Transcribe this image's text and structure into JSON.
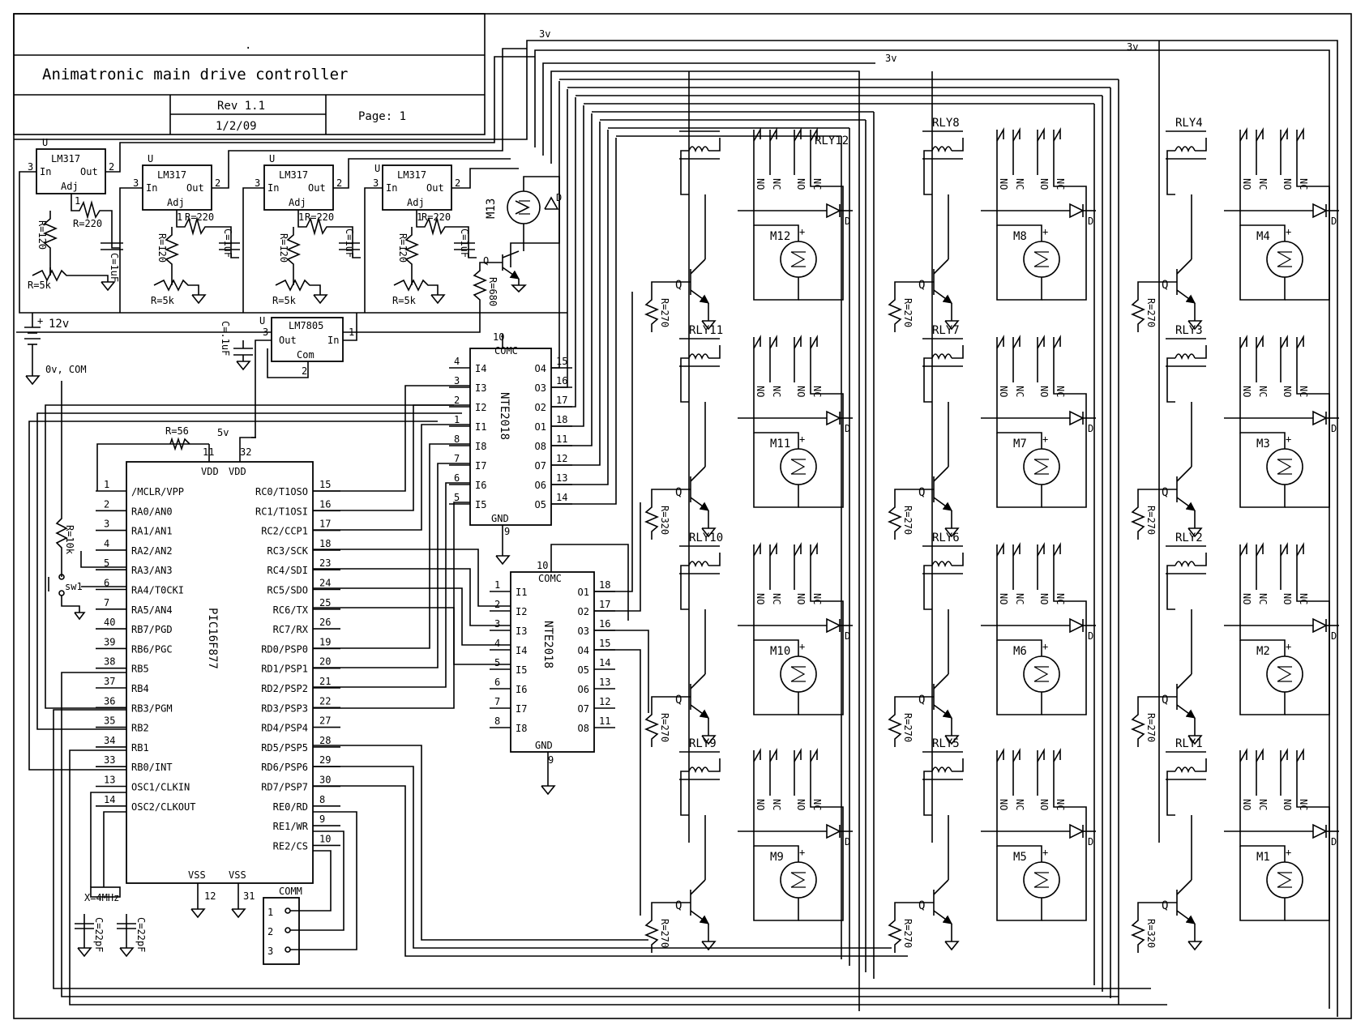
{
  "title_block": {
    "dot": ".",
    "title": "Animatronic main drive controller",
    "rev": "Rev 1.1",
    "date": "1/2/09",
    "page": "Page: 1"
  },
  "supply": {
    "battery": "12v",
    "ground": "0v, COM",
    "rail_3v": "3v",
    "rail_5v": "5v"
  },
  "regulators": [
    {
      "unit": "U",
      "name": "LM317",
      "in": "In",
      "out": "Out",
      "adj": "Adj",
      "pin_in": "3",
      "pin_out": "2",
      "pin_adj": "1",
      "r1": "R=220",
      "r2": "R=120",
      "pot": "R=5k",
      "cap": "C=1uF"
    },
    {
      "unit": "U",
      "name": "LM317",
      "in": "In",
      "out": "Out",
      "adj": "Adj",
      "pin_in": "3",
      "pin_out": "2",
      "pin_adj": "1",
      "r1": "R=220",
      "r2": "R=120",
      "pot": "R=5k",
      "cap": "C=1uF"
    },
    {
      "unit": "U",
      "name": "LM317",
      "in": "In",
      "out": "Out",
      "adj": "Adj",
      "pin_in": "3",
      "pin_out": "2",
      "pin_adj": "1",
      "r1": "R=220",
      "r2": "R=120",
      "pot": "R=5k",
      "cap": "C=1uF"
    },
    {
      "unit": "U",
      "name": "LM317",
      "in": "In",
      "out": "Out",
      "adj": "Adj",
      "pin_in": "3",
      "pin_out": "2",
      "pin_adj": "1",
      "r1": "R=220",
      "r2": "R=120",
      "pot": "R=5k",
      "cap": "C=1uF"
    }
  ],
  "lm7805": {
    "unit": "U",
    "name": "LM7805",
    "out": "Out",
    "in": "In",
    "com": "Com",
    "pin_in": "1",
    "pin_out": "3",
    "pin_com": "2",
    "cap": "C=.1uF"
  },
  "m13": {
    "label": "M13",
    "q": "Q",
    "diode": "D",
    "r": "R=680"
  },
  "pic": {
    "name": "PIC16F877",
    "vdd": "VDD",
    "vss": "VSS",
    "pin_vdd1": "11",
    "pin_vdd2": "32",
    "pin_vss1": "12",
    "pin_vss2": "31",
    "r_mclr": "R=56",
    "left_pins": [
      {
        "num": "1",
        "name": "/MCLR/VPP"
      },
      {
        "num": "2",
        "name": "RA0/AN0"
      },
      {
        "num": "3",
        "name": "RA1/AN1"
      },
      {
        "num": "4",
        "name": "RA2/AN2"
      },
      {
        "num": "5",
        "name": "RA3/AN3"
      },
      {
        "num": "6",
        "name": "RA4/T0CKI"
      },
      {
        "num": "7",
        "name": "RA5/AN4"
      },
      {
        "num": "40",
        "name": "RB7/PGD"
      },
      {
        "num": "39",
        "name": "RB6/PGC"
      },
      {
        "num": "38",
        "name": "RB5"
      },
      {
        "num": "37",
        "name": "RB4"
      },
      {
        "num": "36",
        "name": "RB3/PGM"
      },
      {
        "num": "35",
        "name": "RB2"
      },
      {
        "num": "34",
        "name": "RB1"
      },
      {
        "num": "33",
        "name": "RB0/INT"
      },
      {
        "num": "13",
        "name": "OSC1/CLKIN"
      },
      {
        "num": "14",
        "name": "OSC2/CLKOUT"
      }
    ],
    "right_pins": [
      {
        "num": "15",
        "name": "RC0/T1OSO"
      },
      {
        "num": "16",
        "name": "RC1/T1OSI"
      },
      {
        "num": "17",
        "name": "RC2/CCP1"
      },
      {
        "num": "18",
        "name": "RC3/SCK"
      },
      {
        "num": "23",
        "name": "RC4/SDI"
      },
      {
        "num": "24",
        "name": "RC5/SDO"
      },
      {
        "num": "25",
        "name": "RC6/TX"
      },
      {
        "num": "26",
        "name": "RC7/RX"
      },
      {
        "num": "19",
        "name": "RD0/PSP0"
      },
      {
        "num": "20",
        "name": "RD1/PSP1"
      },
      {
        "num": "21",
        "name": "RD2/PSP2"
      },
      {
        "num": "22",
        "name": "RD3/PSP3"
      },
      {
        "num": "27",
        "name": "RD4/PSP4"
      },
      {
        "num": "28",
        "name": "RD5/PSP5"
      },
      {
        "num": "29",
        "name": "RD6/PSP6"
      },
      {
        "num": "30",
        "name": "RD7/PSP7"
      },
      {
        "num": "8",
        "name": "RE0/RD"
      },
      {
        "num": "9",
        "name": "RE1/WR"
      },
      {
        "num": "10",
        "name": "RE2/CS"
      }
    ],
    "r_pullup": "R=10k",
    "switch": "sw1",
    "crystal": "X=4MHz",
    "cap1": "C=22pF",
    "cap2": "C=22pF"
  },
  "comm": {
    "label": "COMM",
    "pins": [
      "1",
      "2",
      "3"
    ]
  },
  "nte_a": {
    "name": "NTE2018",
    "comc": "COMC",
    "gnd": "GND",
    "pin_comc": "10",
    "pin_gnd": "9",
    "left": [
      {
        "num": "4",
        "name": "I4"
      },
      {
        "num": "3",
        "name": "I3"
      },
      {
        "num": "2",
        "name": "I2"
      },
      {
        "num": "1",
        "name": "I1"
      },
      {
        "num": "8",
        "name": "I8"
      },
      {
        "num": "7",
        "name": "I7"
      },
      {
        "num": "6",
        "name": "I6"
      },
      {
        "num": "5",
        "name": "I5"
      }
    ],
    "right": [
      {
        "num": "15",
        "name": "O4"
      },
      {
        "num": "16",
        "name": "O3"
      },
      {
        "num": "17",
        "name": "O2"
      },
      {
        "num": "18",
        "name": "O1"
      },
      {
        "num": "11",
        "name": "O8"
      },
      {
        "num": "12",
        "name": "O7"
      },
      {
        "num": "13",
        "name": "O6"
      },
      {
        "num": "14",
        "name": "O5"
      }
    ]
  },
  "nte_b": {
    "name": "NTE2018",
    "comc": "COMC",
    "gnd": "GND",
    "pin_comc": "10",
    "pin_gnd": "9",
    "left": [
      {
        "num": "1",
        "name": "I1"
      },
      {
        "num": "2",
        "name": "I2"
      },
      {
        "num": "3",
        "name": "I3"
      },
      {
        "num": "4",
        "name": "I4"
      },
      {
        "num": "5",
        "name": "I5"
      },
      {
        "num": "6",
        "name": "I6"
      },
      {
        "num": "7",
        "name": "I7"
      },
      {
        "num": "8",
        "name": "I8"
      }
    ],
    "right": [
      {
        "num": "18",
        "name": "O1"
      },
      {
        "num": "17",
        "name": "O2"
      },
      {
        "num": "16",
        "name": "O3"
      },
      {
        "num": "15",
        "name": "O4"
      },
      {
        "num": "14",
        "name": "O5"
      },
      {
        "num": "13",
        "name": "O6"
      },
      {
        "num": "12",
        "name": "O7"
      },
      {
        "num": "11",
        "name": "O8"
      }
    ]
  },
  "relay_contacts": [
    "NO",
    "NC",
    "NO",
    "NC"
  ],
  "cells": [
    [
      {
        "relay": "RLY12",
        "motor": "M12",
        "q": "Q",
        "d": "D",
        "r": "R=270"
      },
      {
        "relay": "RLY11",
        "motor": "M11",
        "q": "Q",
        "d": "D",
        "r": "R=320"
      },
      {
        "relay": "RLY10",
        "motor": "M10",
        "q": "Q",
        "d": "D",
        "r": "R=270"
      },
      {
        "relay": "RLY9",
        "motor": "M9",
        "q": "Q",
        "d": "D",
        "r": "R=270"
      }
    ],
    [
      {
        "relay": "RLY8",
        "motor": "M8",
        "q": "Q",
        "d": "D",
        "r": "R=270"
      },
      {
        "relay": "RLY7",
        "motor": "M7",
        "q": "Q",
        "d": "D",
        "r": "R=270"
      },
      {
        "relay": "RLY6",
        "motor": "M6",
        "q": "Q",
        "d": "D",
        "r": "R=270"
      },
      {
        "relay": "RLY5",
        "motor": "M5",
        "q": "Q",
        "d": "D",
        "r": "R=270"
      }
    ],
    [
      {
        "relay": "RLY4",
        "motor": "M4",
        "q": "Q",
        "d": "D",
        "r": "R=270"
      },
      {
        "relay": "RLY3",
        "motor": "M3",
        "q": "Q",
        "d": "D",
        "r": "R=270"
      },
      {
        "relay": "RLY2",
        "motor": "M2",
        "q": "Q",
        "d": "D",
        "r": "R=270"
      },
      {
        "relay": "RLY1",
        "motor": "M1",
        "q": "Q",
        "d": "D",
        "r": "R=320"
      }
    ]
  ]
}
